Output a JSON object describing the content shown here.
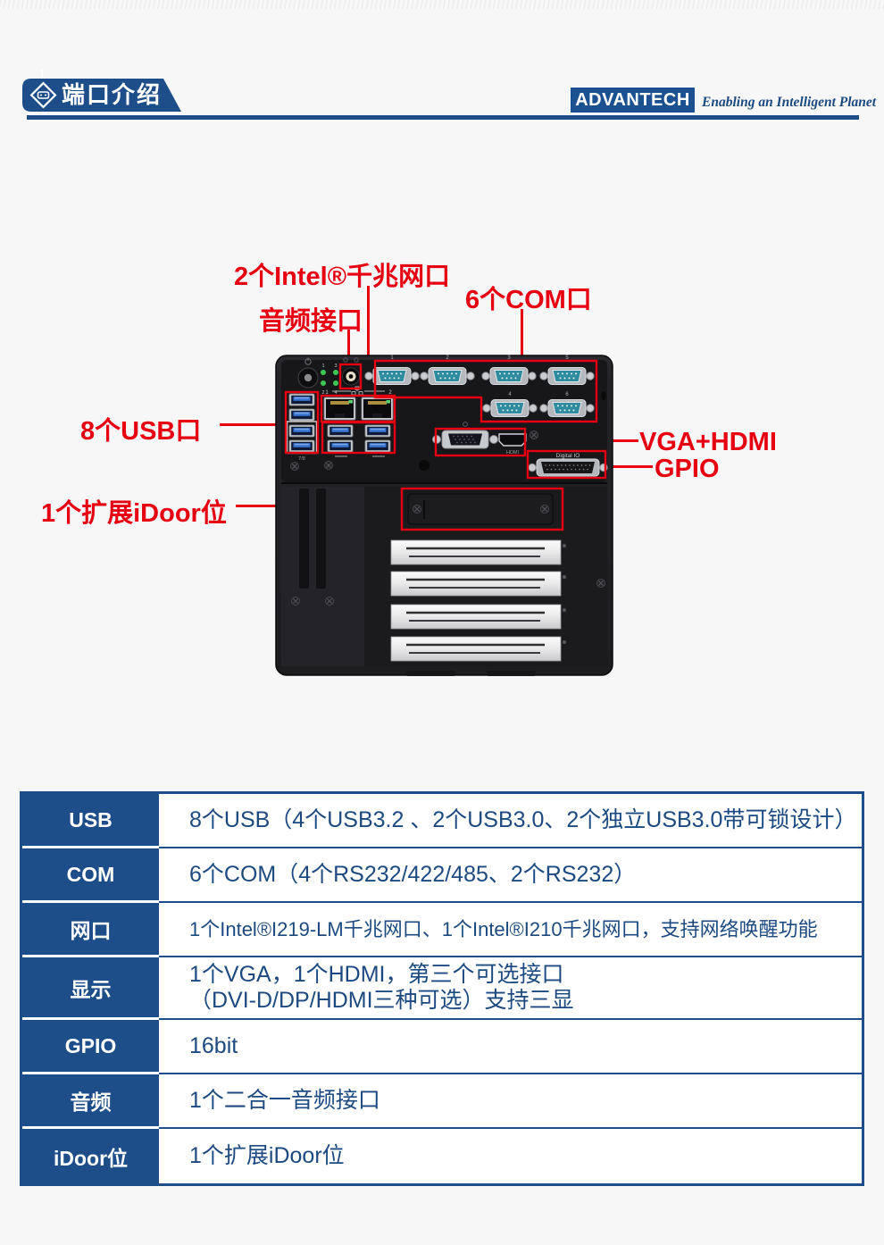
{
  "colors": {
    "accent_blue": "#1d4e89",
    "logo_blue": "#1b5191",
    "annotation_red": "#e60012",
    "page_bg": "#f7f7f8",
    "com_teal": "#2f8c9e",
    "usb_blue": "#3a77d2"
  },
  "header": {
    "section_title": "端口介绍",
    "brand": "ADVANTECH",
    "tagline": "Enabling an Intelligent Planet"
  },
  "annotations": {
    "lan": "2个Intel®千兆网口",
    "audio": "音频接口",
    "com": "6个COM口",
    "usb": "8个USB口",
    "vga_hdmi": "VGA+HDMI",
    "gpio": "GPIO",
    "idoor": "1个扩展iDoor位"
  },
  "device_labels": {
    "digital_io": "Digital IO",
    "hdmi": "HDMI",
    "lan_1": "1",
    "lan_2": "2",
    "led_1": "1",
    "led_2": "2",
    "led_3": "3",
    "led_4": "4",
    "com_1": "1",
    "com_2": "2",
    "com_3": "3",
    "com_5": "5",
    "com_4": "4",
    "com_6": "6",
    "usb_78": "7/8"
  },
  "table": {
    "rows": [
      {
        "label": "USB",
        "value": "8个USB（4个USB3.2 、2个USB3.0、2个独立USB3.0带可锁设计）"
      },
      {
        "label": "COM",
        "value": "6个COM（4个RS232/422/485、2个RS232）"
      },
      {
        "label": "网口",
        "value": "1个Intel®I219-LM千兆网口、1个Intel®I210千兆网口，支持网络唤醒功能"
      },
      {
        "label": "显示",
        "value": "1个VGA，1个HDMI，第三个可选接口",
        "value2": "（DVI-D/DP/HDMI三种可选）支持三显"
      },
      {
        "label": "GPIO",
        "value": "16bit"
      },
      {
        "label": "音频",
        "value": "1个二合一音频接口"
      },
      {
        "label": "iDoor位",
        "value": "1个扩展iDoor位"
      }
    ]
  }
}
